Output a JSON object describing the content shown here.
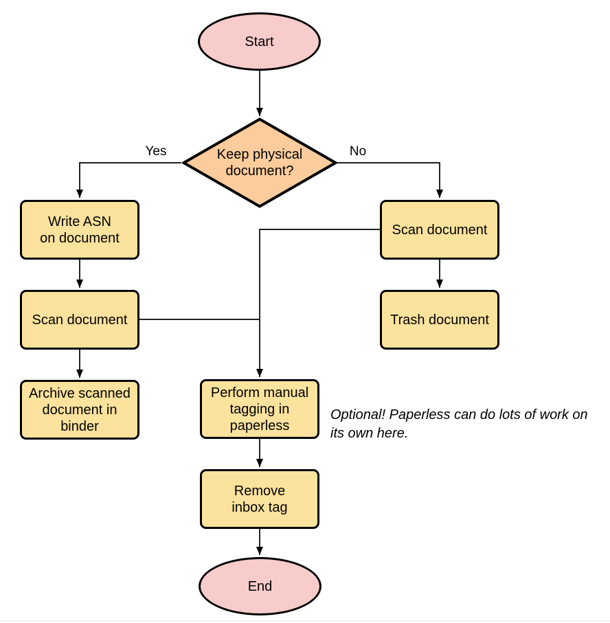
{
  "colors": {
    "terminal_fill": "#F8CCCB",
    "decision_fill": "#FCCC9C",
    "process_fill": "#FBE29D",
    "stroke": "#000000",
    "line": "#000000",
    "background": "#FFFFFF"
  },
  "nodes": {
    "start": {
      "label": "Start",
      "type": "terminal"
    },
    "decision": {
      "label": "Keep physical\ndocument?",
      "type": "decision"
    },
    "write_asn": {
      "label": "Write ASN\non document",
      "type": "process"
    },
    "scan_left": {
      "label": "Scan document",
      "type": "process"
    },
    "archive": {
      "label": "Archive scanned\ndocument in\nbinder",
      "type": "process"
    },
    "scan_right": {
      "label": "Scan document",
      "type": "process"
    },
    "trash": {
      "label": "Trash document",
      "type": "process"
    },
    "tagging": {
      "label": "Perform manual\ntagging in\npaperless",
      "type": "process"
    },
    "remove_inbox": {
      "label": "Remove\ninbox tag",
      "type": "process"
    },
    "end": {
      "label": "End",
      "type": "terminal"
    }
  },
  "edges": {
    "yes_label": "Yes",
    "no_label": "No"
  },
  "annotation": {
    "text": "Optional! Paperless can do lots of work on\nits own here."
  }
}
